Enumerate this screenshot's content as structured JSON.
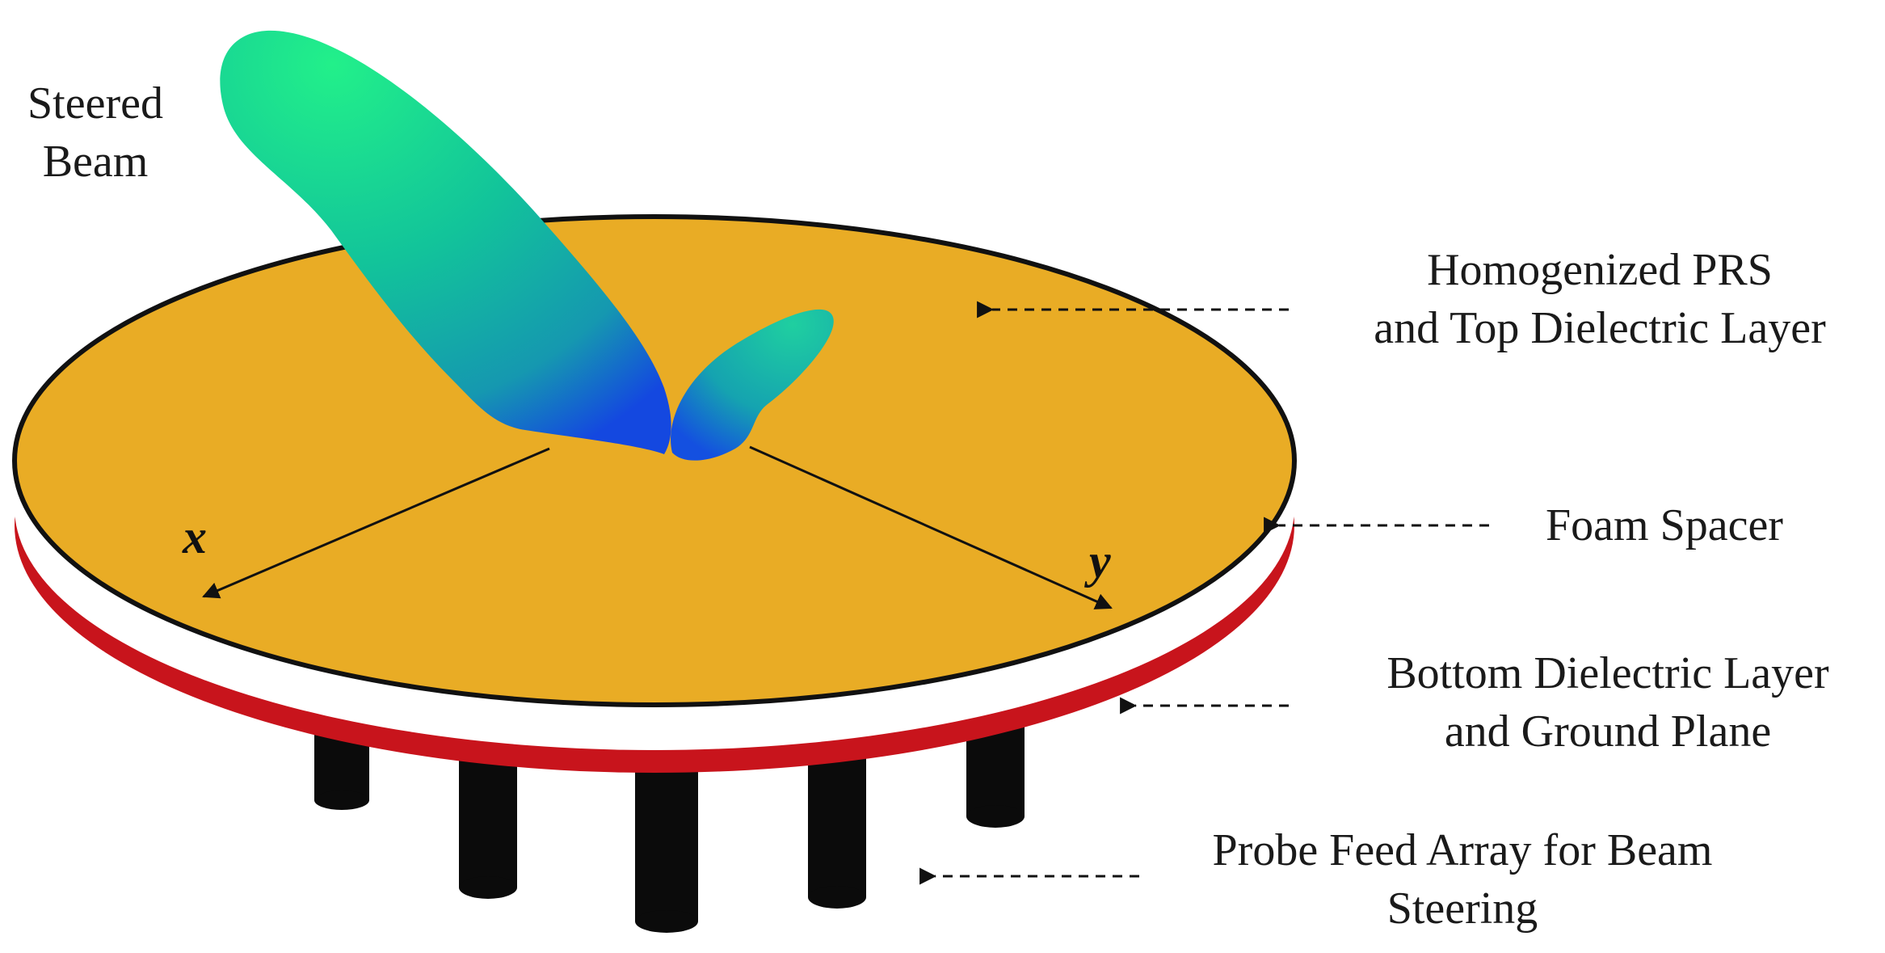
{
  "labels": {
    "steered_beam": [
      "Steered",
      "Beam"
    ],
    "prs": [
      "Homogenized PRS",
      "and Top Dielectric  Layer"
    ],
    "foam": [
      "Foam Spacer"
    ],
    "bottom": [
      "Bottom Dielectric  Layer",
      "and Ground Plane"
    ],
    "probe": [
      "Probe Feed Array for Beam",
      "Steering"
    ]
  },
  "axes": {
    "x": "x",
    "y": "y"
  },
  "colors": {
    "top_disc": "#E9AC25",
    "disc_outline": "#111111",
    "foam_spacer": "#ffffff",
    "bottom_layer": "#C8141C",
    "probe": "#0b0b0b",
    "beam_green": "#1FE08A",
    "beam_teal": "#16A7A6",
    "beam_blue": "#1440E0"
  }
}
